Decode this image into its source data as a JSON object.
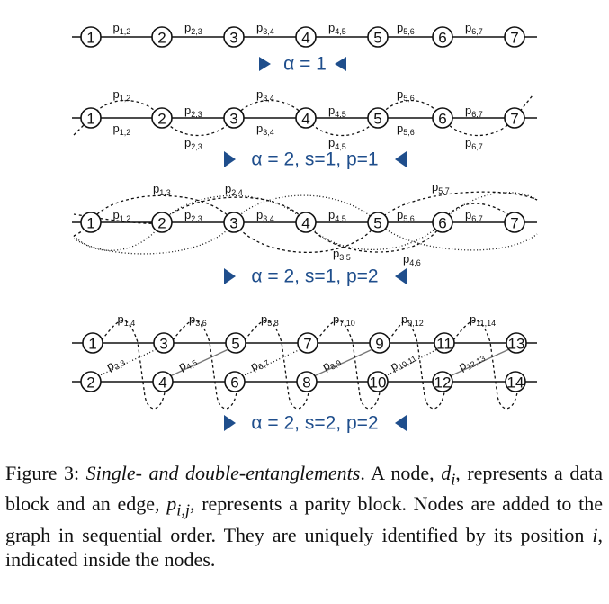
{
  "panels": [
    {
      "label": "α = 1",
      "nodes": [
        "1",
        "2",
        "3",
        "4",
        "5",
        "6",
        "7"
      ],
      "top_labels": [
        [
          "1,2"
        ],
        [
          "2,3"
        ],
        [
          "3,4"
        ],
        [
          "4,5"
        ],
        [
          "5,6"
        ],
        [
          "6,7"
        ]
      ]
    },
    {
      "label": "α = 2, s=1, p=1",
      "top_labels": [
        "1,2",
        "2,3",
        "3,4",
        "4,5",
        "5,6",
        "6,7"
      ],
      "strand_top": [
        "1,2",
        "3,4",
        "5,6"
      ],
      "strand_bottom": [
        "2,3",
        "4,5",
        "6,7"
      ]
    },
    {
      "label": "α = 2, s=1, p=2",
      "line_labels": [
        "1,2",
        "2,3",
        "3,4",
        "4,5",
        "5,6",
        "6,7"
      ],
      "helix_labels": [
        "1,3",
        "2,4",
        "3,5",
        "4,6",
        "5,7"
      ]
    },
    {
      "label": "α = 2, s=2, p=2",
      "top_nodes": [
        "1",
        "3",
        "5",
        "7",
        "9",
        "11",
        "13"
      ],
      "bottom_nodes": [
        "2",
        "4",
        "6",
        "8",
        "10",
        "12",
        "14"
      ],
      "top_labels": [
        "1,4",
        "3,6",
        "5,8",
        "7,10",
        "9,12",
        "11,14"
      ],
      "diag_labels": [
        "2,3",
        "4,5",
        "6,7",
        "8,9",
        "10,11",
        "12,13"
      ]
    }
  ],
  "caption": {
    "prefix": "Figure 3: ",
    "title": "Single- and double-entanglements",
    "body": ". A node, d_i, represents a data block and an edge, p_{i,j}, represents a parity block. Nodes are added to the graph in sequential order. They are uniquely identified by its position i, indicated inside the nodes.",
    "line1": "Figure 3: ",
    "title_text": "Single- and double-entanglements",
    "after_title": ". A node,",
    "d_sym": "d",
    "d_sub": "i",
    "comma_text": ",",
    "rest1": "represents a data block and an edge,",
    "p_sym": "p",
    "p_sub": "i,j",
    "rest2": ", represents a parity block. Nodes are added to the graph in sequential order. They are uniquely identified by its position",
    "i_sym": "i",
    "rest3": ", indicated inside the nodes."
  },
  "colors": {
    "accent": "#1f4e8c"
  }
}
